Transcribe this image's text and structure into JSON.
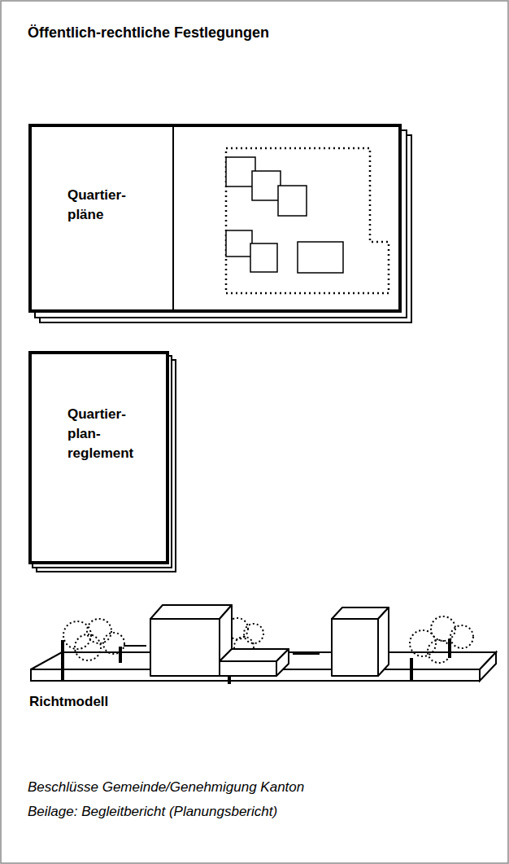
{
  "diagram": {
    "title": "Öffentlich-rechtliche Festlegungen",
    "nodes": [
      {
        "text": [
          "Quartier- pläne"
        ]
      },
      {
        "text": [
          "Quartier- plan- reglement"
        ]
      }
    ],
    "labels": [
      "Richtmodell",
      "Beschlüsse Gemeinde/Genehmigung Kanton",
      "Beilage: Begleitbericht (Planungsbericht)"
    ]
  }
}
